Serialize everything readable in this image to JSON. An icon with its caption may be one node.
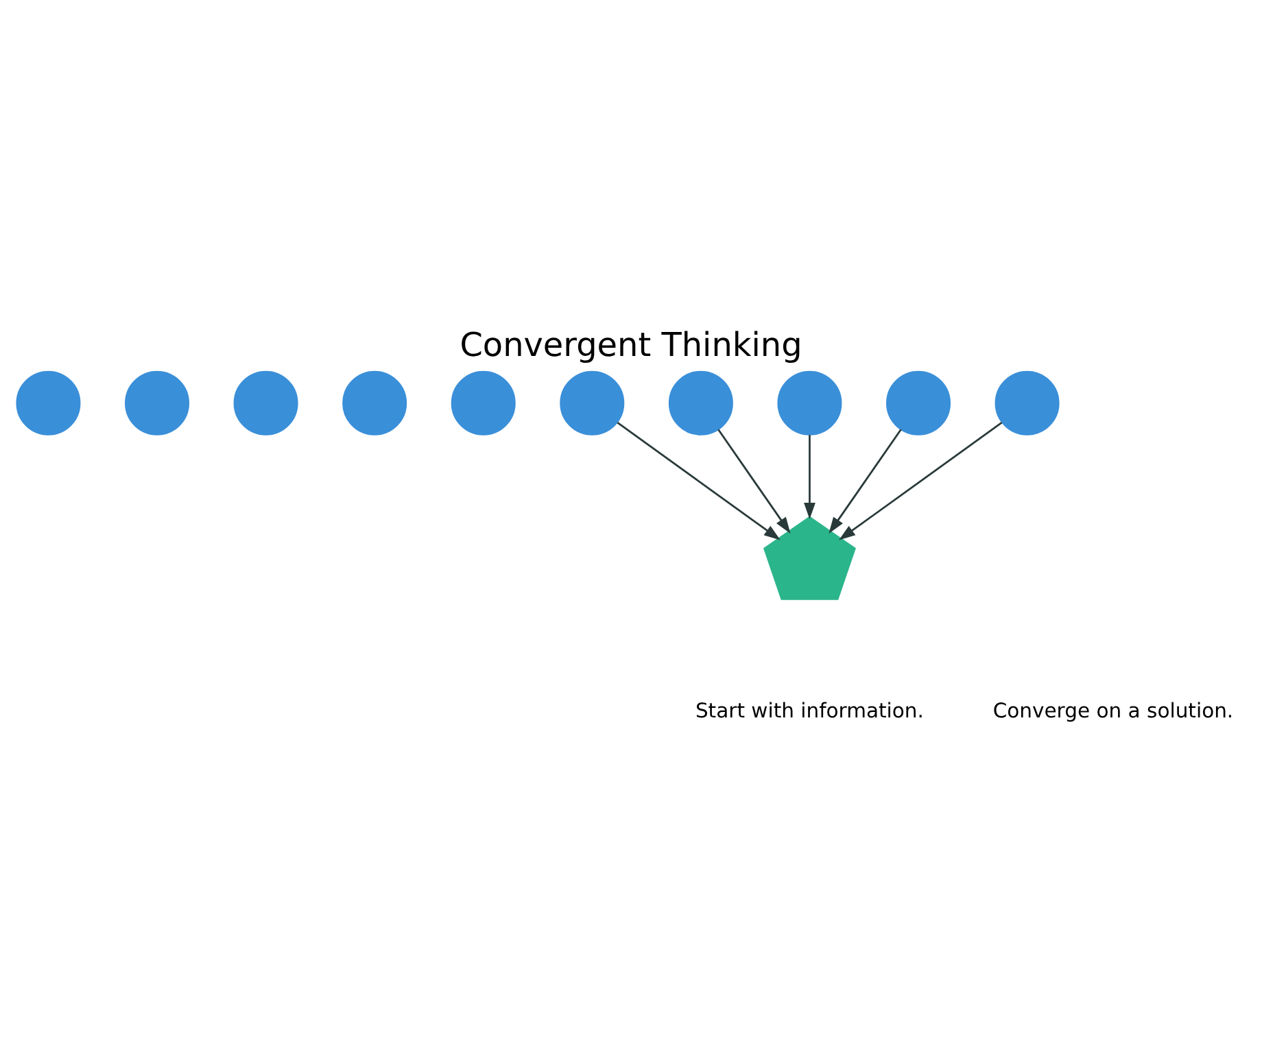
{
  "diagram": {
    "title": "Convergent Thinking",
    "nodes": [
      {
        "text": [],
        "shape": "circle"
      },
      {
        "text": [],
        "shape": "circle"
      },
      {
        "text": [],
        "shape": "circle"
      },
      {
        "text": [],
        "shape": "circle"
      },
      {
        "text": [],
        "shape": "circle"
      },
      {
        "text": [],
        "shape": "circle"
      },
      {
        "text": [],
        "shape": "circle"
      },
      {
        "text": [],
        "shape": "circle"
      },
      {
        "text": [],
        "shape": "circle"
      },
      {
        "text": [],
        "shape": "circle"
      },
      {
        "text": [],
        "shape": "pentagon"
      }
    ],
    "edges": [
      {
        "from": 5,
        "to": 10,
        "arrow": "to"
      },
      {
        "from": 6,
        "to": 10,
        "arrow": "to"
      },
      {
        "from": 7,
        "to": 10,
        "arrow": "to"
      },
      {
        "from": 8,
        "to": 10,
        "arrow": "to"
      },
      {
        "from": 9,
        "to": 10,
        "arrow": "to"
      }
    ],
    "labels": [
      "Start with information.",
      "Converge on a solution."
    ]
  }
}
